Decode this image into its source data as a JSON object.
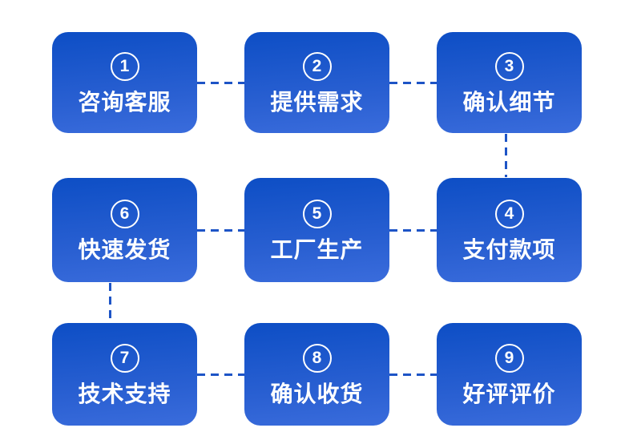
{
  "diagram": {
    "type": "process-flow",
    "flow_order": [
      "1-2",
      "2-3",
      "3-4",
      "4-5",
      "5-6",
      "6-7",
      "7-8",
      "8-9"
    ],
    "layout": "snake-3x3"
  },
  "colors": {
    "box_gradient_top": "#0d4ec5",
    "box_gradient_bottom": "#3a6cdc",
    "connector": "#1d54c6",
    "box_text": "#ffffff",
    "page_bg": "#ffffff"
  },
  "steps": [
    {
      "number": "1",
      "label": "咨询客服"
    },
    {
      "number": "2",
      "label": "提供需求"
    },
    {
      "number": "3",
      "label": "确认细节"
    },
    {
      "number": "4",
      "label": "支付款项"
    },
    {
      "number": "5",
      "label": "工厂生产"
    },
    {
      "number": "6",
      "label": "快速发货"
    },
    {
      "number": "7",
      "label": "技术支持"
    },
    {
      "number": "8",
      "label": "确认收货"
    },
    {
      "number": "9",
      "label": "好评评价"
    }
  ]
}
